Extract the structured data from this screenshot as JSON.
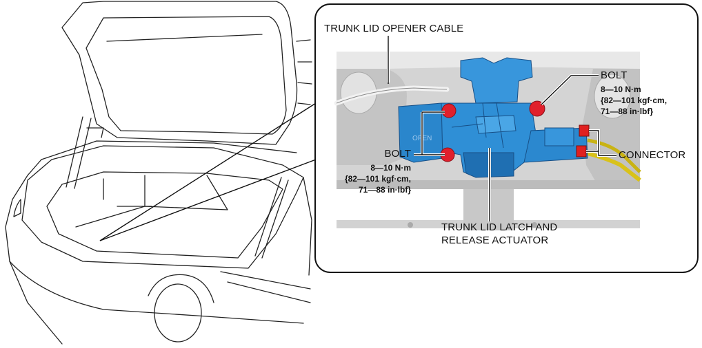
{
  "labels": {
    "opener_cable": "TRUNK LID OPENER CABLE",
    "bolt_upper": {
      "title": "BOLT",
      "spec1": "8—10 N·m",
      "spec2": "{82—101 kgf·cm,",
      "spec3": "71—88 in·lbf}"
    },
    "bolt_lower": {
      "title": "BOLT",
      "spec1": "8—10 N·m",
      "spec2": "{82—101 kgf·cm,",
      "spec3": "71—88 in·lbf}"
    },
    "connector": "CONNECTOR",
    "latch_line1": "TRUNK LID LATCH AND",
    "latch_line2": "RELEASE ACTUATOR",
    "latch_embossed": "OPEN"
  },
  "colors": {
    "latch_blue": "#2f8fd6",
    "latch_blue_dark": "#1f6fb2",
    "bolt_red": "#e0202c",
    "connector_red": "#e02020",
    "harness_yellow": "#d9c21a",
    "photo_gray": "#d4d4d4",
    "line_art": "#222222"
  }
}
